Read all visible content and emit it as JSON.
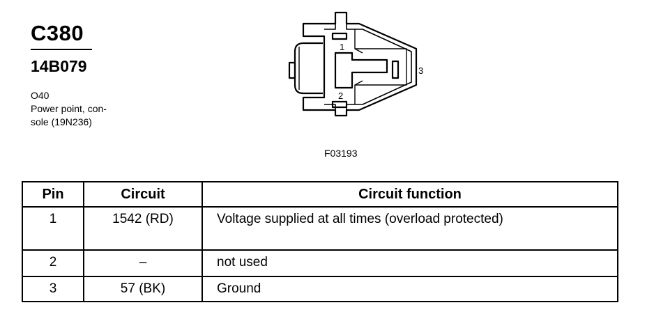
{
  "connector": {
    "id": "C380",
    "part": "14B079",
    "location_code": "O40",
    "description_line1": "Power point, con-",
    "description_line2": "sole (19N236)"
  },
  "figure": {
    "label": "F03193",
    "pin_labels": [
      "1",
      "2",
      "3"
    ]
  },
  "table": {
    "headers": [
      "Pin",
      "Circuit",
      "Circuit function"
    ],
    "rows": [
      {
        "pin": "1",
        "circuit": "1542 (RD)",
        "function": "Voltage supplied at all times (overload protected)"
      },
      {
        "pin": "2",
        "circuit": "–",
        "function": "not used"
      },
      {
        "pin": "3",
        "circuit": "57 (BK)",
        "function": "Ground"
      }
    ]
  }
}
